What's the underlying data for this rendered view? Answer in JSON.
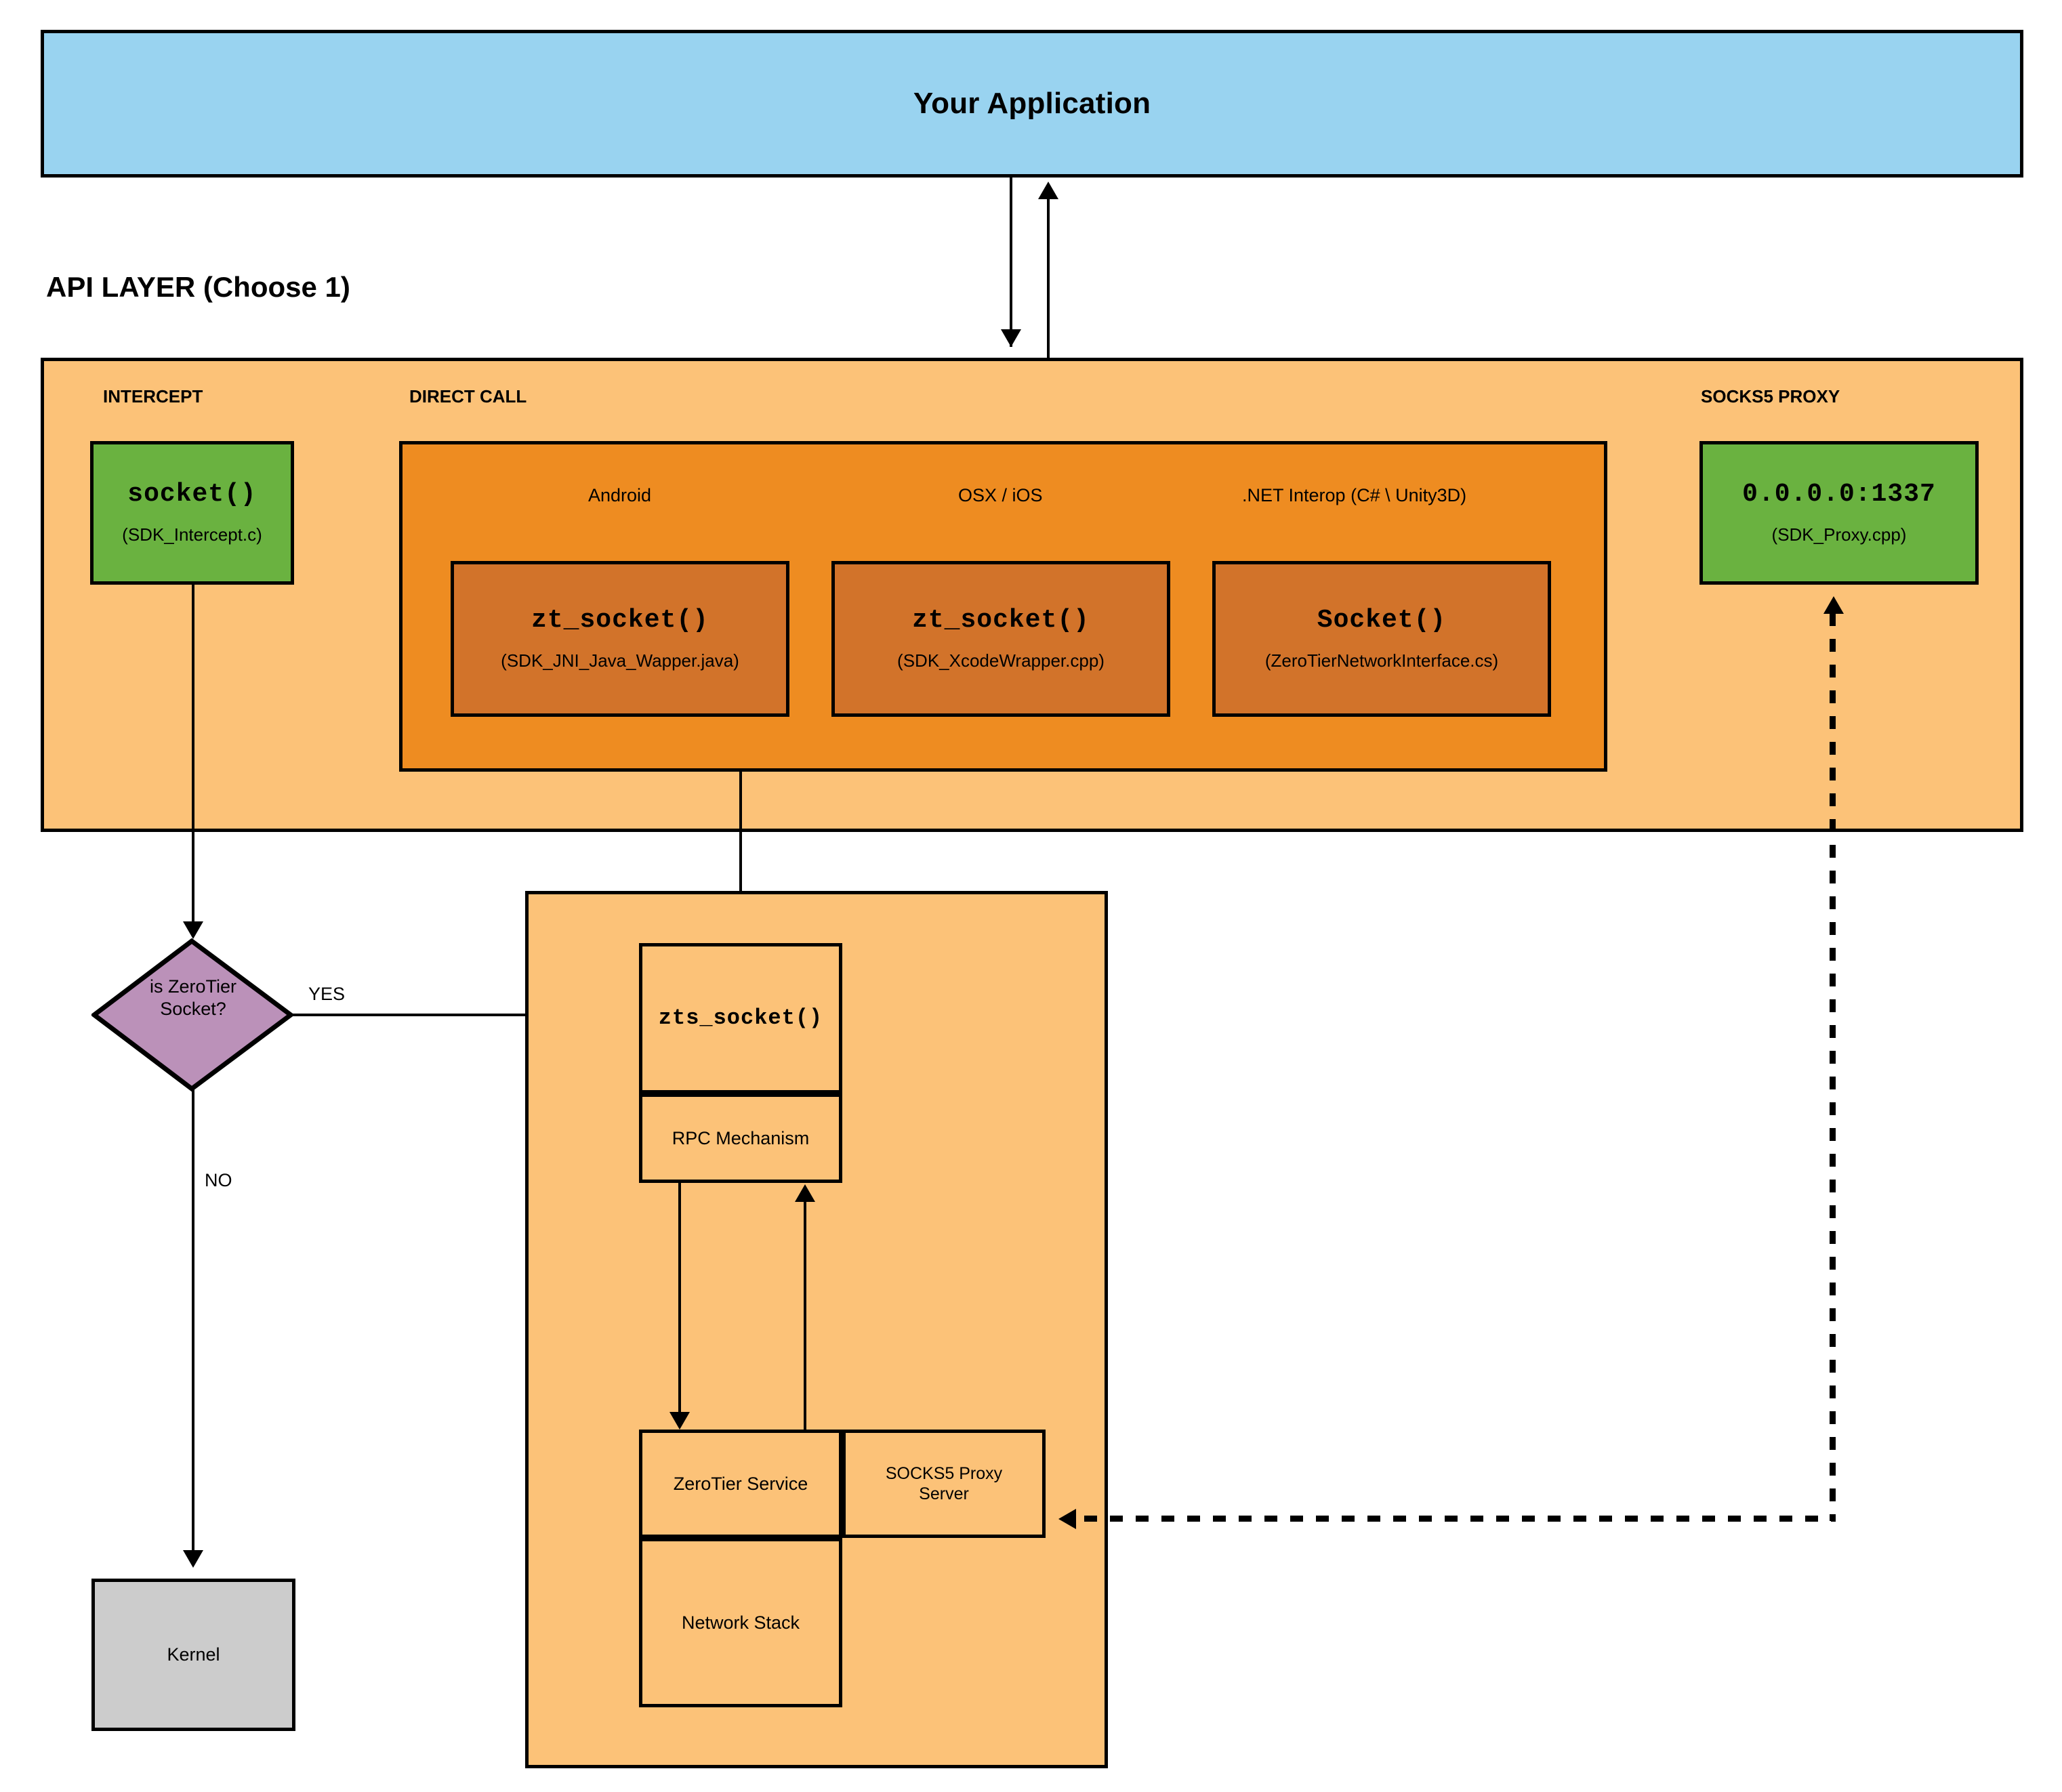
{
  "diagram": {
    "title_api_layer": "API LAYER (Choose 1)",
    "application_box": "Your Application",
    "columns": {
      "intercept": "INTERCEPT",
      "direct_call": "DIRECT CALL",
      "socks5_proxy": "SOCKS5 PROXY"
    },
    "intercept_node": {
      "name": "socket()",
      "file": "(SDK_Intercept.c)"
    },
    "direct_call_platforms": [
      {
        "platform": "Android",
        "name": "zt_socket()",
        "file": "(SDK_JNI_Java_Wapper.java)"
      },
      {
        "platform": "OSX / iOS",
        "name": "zt_socket()",
        "file": "(SDK_XcodeWrapper.cpp)"
      },
      {
        "platform": ".NET Interop (C# \\ Unity3D)",
        "name": "Socket()",
        "file": "(ZeroTierNetworkInterface.cs)"
      }
    ],
    "proxy_node": {
      "name": "0.0.0.0:1337",
      "file": "(SDK_Proxy.cpp)"
    },
    "decision": {
      "text_line1": "is ZeroTier",
      "text_line2": "Socket?",
      "yes_label": "YES",
      "no_label": "NO"
    },
    "kernel_node": "Kernel",
    "service_stack": {
      "zts_socket": "zts_socket()",
      "rpc": "RPC Mechanism",
      "zerotier_service": "ZeroTier Service",
      "socks5_proxy_server_line1": "SOCKS5 Proxy",
      "socks5_proxy_server_line2": "Server",
      "network_stack": "Network Stack"
    },
    "colors": {
      "application": "#99d3f0",
      "api_layer": "#fcc278",
      "direct_call_panel": "#ee8c21",
      "platform_box": "#d2732a",
      "green_node": "#6ab240",
      "decision": "#bb91b9",
      "kernel": "#cccccc",
      "stroke": "#000000"
    }
  }
}
